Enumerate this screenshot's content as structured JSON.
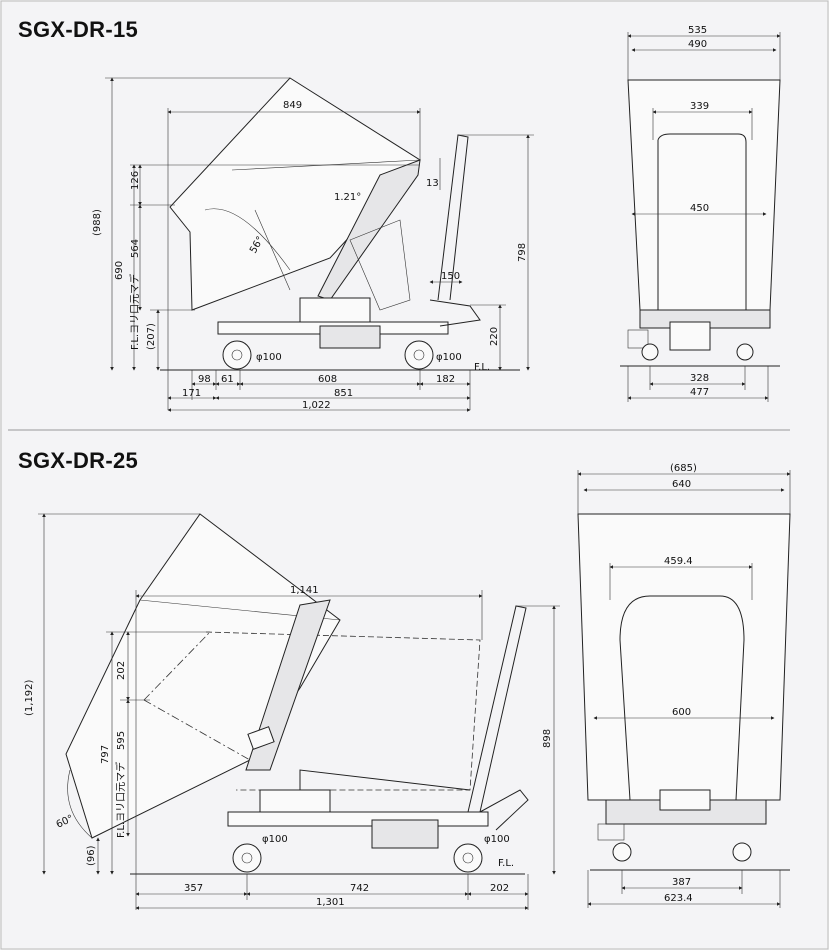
{
  "models": [
    {
      "title": "SGX-DR-15",
      "side": {
        "top_len": "849",
        "tilt_angle": "1.21°",
        "h13": "13",
        "h126": "126",
        "h988": "(988)",
        "h690": "690",
        "h564": "564",
        "fl_note": "F.L.ヨリ口元マデ",
        "h207": "(207)",
        "h798": "798",
        "w150": "150",
        "h220": "220",
        "angle56": "56°",
        "wheel1": "φ100",
        "wheel2": "φ100",
        "fl": "F.L.",
        "d98": "98",
        "d61": "61",
        "d608": "608",
        "d182": "182",
        "d171": "171",
        "d851": "851",
        "d1022": "1,022"
      },
      "front": {
        "w535": "535",
        "w490": "490",
        "w339": "339",
        "w450": "450",
        "w328": "328",
        "w477": "477"
      }
    },
    {
      "title": "SGX-DR-25",
      "side": {
        "top_len": "1,141",
        "h202": "202",
        "h1192": "(1,192)",
        "h797": "797",
        "h595": "595",
        "fl_note": "F.L.ヨリ口元マデ",
        "h96": "(96)",
        "h898": "898",
        "angle60": "60°",
        "wheel1": "φ100",
        "wheel2": "φ100",
        "fl": "F.L.",
        "d357": "357",
        "d742": "742",
        "d202": "202",
        "d1301": "1,301"
      },
      "front": {
        "w685": "(685)",
        "w640": "640",
        "w459": "459.4",
        "w600": "600",
        "w387": "387",
        "w623": "623.4"
      }
    }
  ]
}
